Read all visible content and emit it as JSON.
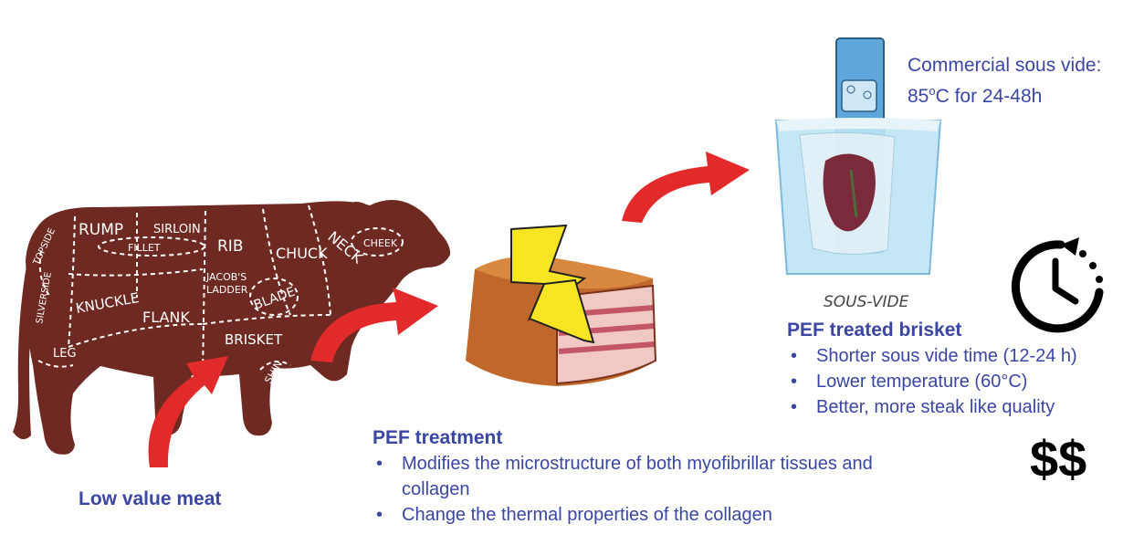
{
  "cow": {
    "labels": {
      "rump": "RUMP",
      "sirloin": "SIRLOIN",
      "fillet": "FILLET",
      "rib": "RIB",
      "chuck": "CHUCK",
      "neck": "NECK",
      "cheek": "CHEEK",
      "topside": "TOPSIDE",
      "silverside": "SILVERSIDE",
      "knuckle": "KNUCKLE",
      "flank": "FLANK",
      "jacobs": "JACOB'S",
      "ladder": "LADDER",
      "blade": "BLADE",
      "brisket": "BRISKET",
      "leg": "LEG",
      "shin": "SHIN"
    },
    "caption": "Low value meat"
  },
  "pef_treatment": {
    "title": "PEF treatment",
    "bullets": [
      "Modifies the microstructure of both myofibrillar tissues and collagen",
      "Change the thermal properties of the collagen"
    ]
  },
  "sous_vide": {
    "line1": "Commercial sous vide:",
    "temp_value": "85",
    "temp_sup": "o",
    "temp_rest": "C for 24-48h",
    "illustration_label": "SOUS-VIDE"
  },
  "pef_brisket": {
    "title": "PEF treated brisket",
    "bullets": [
      "Shorter sous vide time (12-24 h)",
      "Lower temperature (60°C)",
      "Better, more steak like quality"
    ]
  },
  "price": "$$",
  "colors": {
    "text_blue": "#3a46a2",
    "cow_brown": "#6e2a22",
    "arrow_red": "#e32a2a",
    "bolt_yellow": "#f7e524",
    "water_blue": "#bfe4f4",
    "device_blue": "#5fa7db"
  },
  "icons": [
    "cow-icon",
    "arrow-icon",
    "lightning-icon",
    "meat-icon",
    "sous-vide-icon",
    "clock-icon"
  ]
}
